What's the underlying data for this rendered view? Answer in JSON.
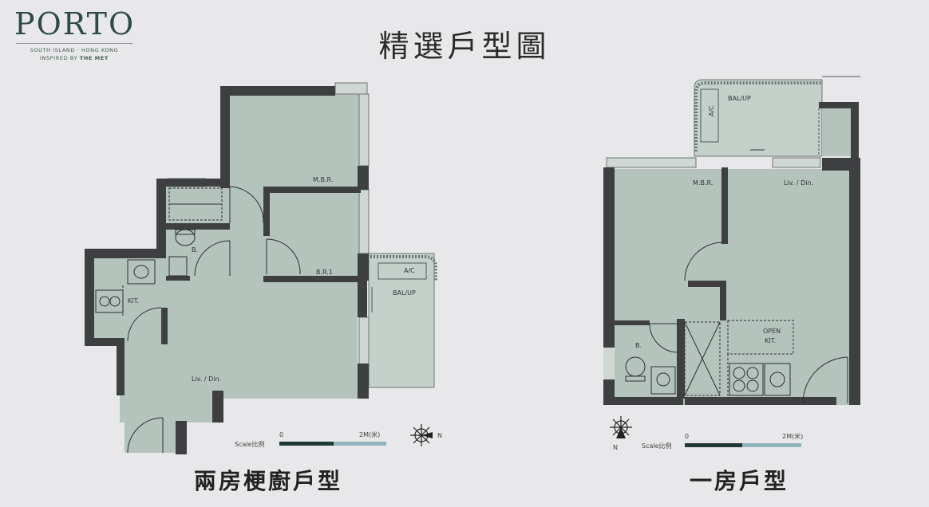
{
  "logo": {
    "wordmark": "PORTO",
    "location": "SOUTH ISLAND · HONG KONG",
    "tagline_prefix": "INSPIRED BY ",
    "tagline_brand": "THE MET"
  },
  "title": "精選戶型圖",
  "plans": [
    {
      "name": "兩房梗廚戶型",
      "rooms": {
        "master_bedroom": "M.B.R.",
        "bedroom_1": "B.R.1",
        "ac": "A/C",
        "balcony": "BAL/UP",
        "kitchen": "KIT.",
        "bathroom": "B.",
        "living_dining": "Liv. / Din."
      },
      "scale": {
        "label": "Scale比例",
        "start": "0",
        "end": "2M(米)"
      },
      "north": "N"
    },
    {
      "name": "一房戶型",
      "rooms": {
        "balcony": "BAL/UP",
        "ac": "A/C",
        "master_bedroom": "M.B.R.",
        "living_dining": "Liv. / Din.",
        "bathroom": "B.",
        "open_kitchen_1": "OPEN",
        "open_kitchen_2": "KIT."
      },
      "scale": {
        "label": "Scale比例",
        "start": "0",
        "end": "2M(米)"
      },
      "north": "N"
    }
  ],
  "colors": {
    "background": "#e8e8ea",
    "floor": "#b4c4bd",
    "wall": "#3e3f40",
    "brand": "#2f4a44"
  }
}
